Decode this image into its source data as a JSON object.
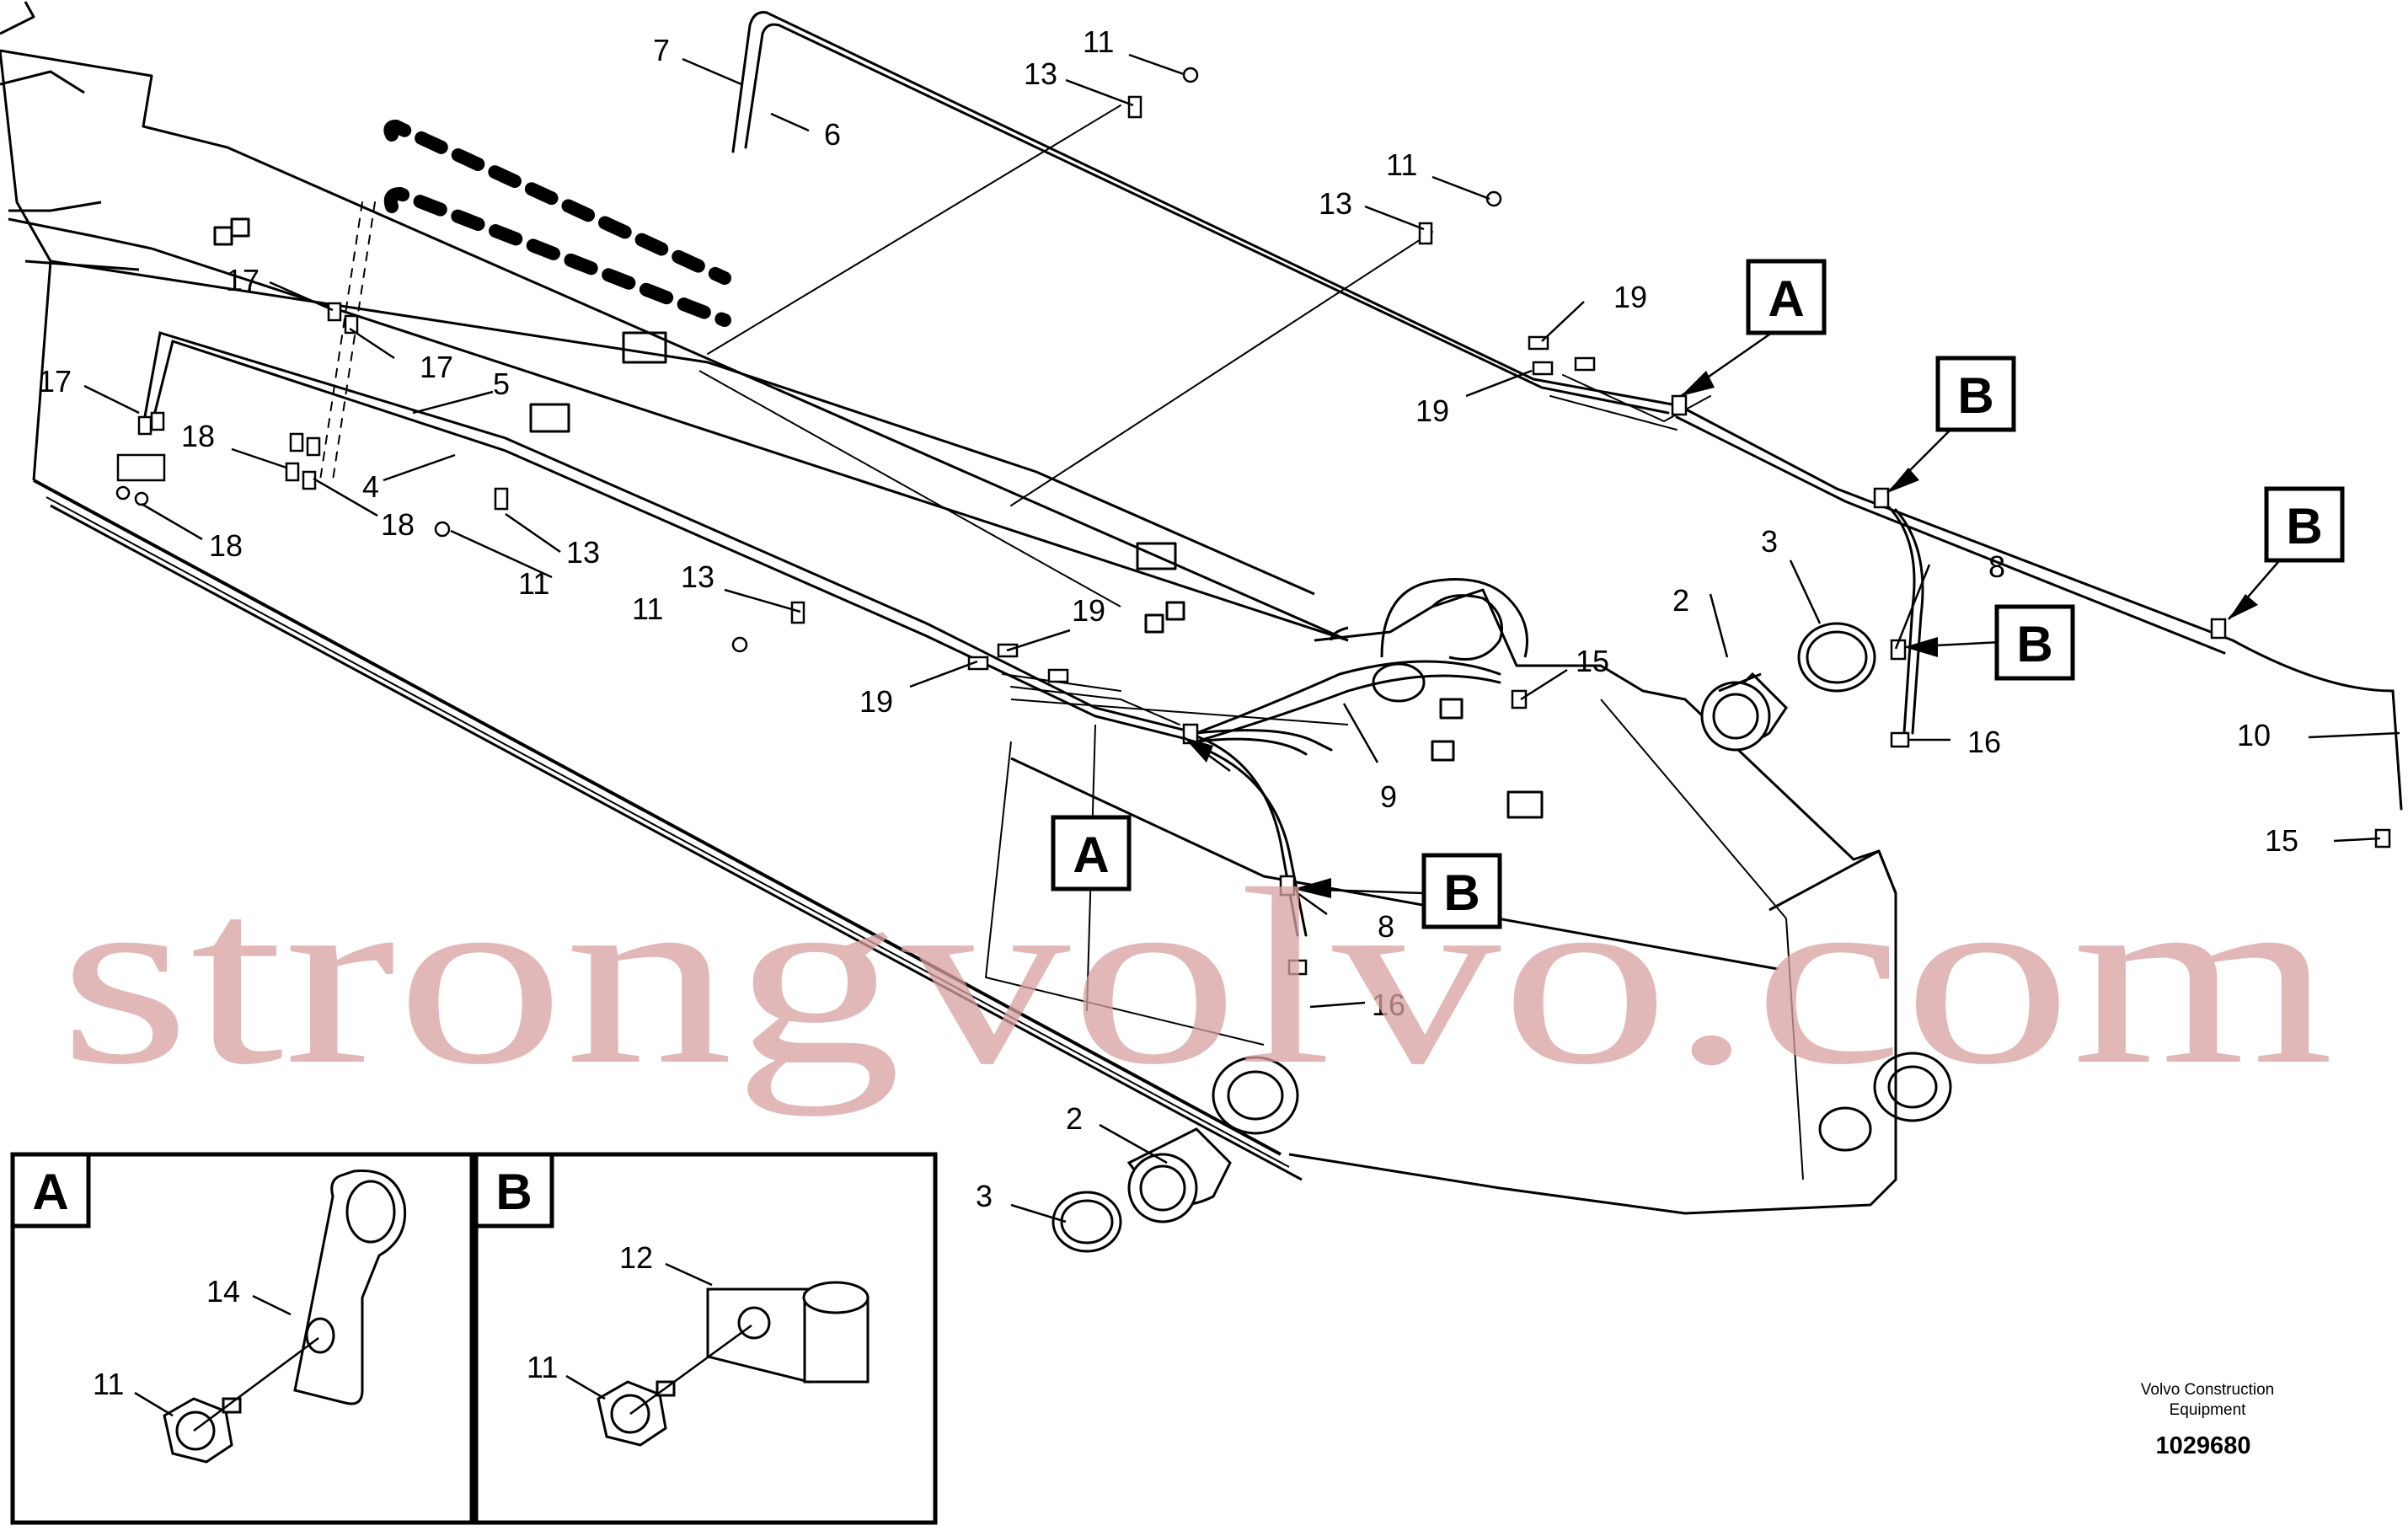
{
  "callouts": {
    "c7": "7",
    "c6": "6",
    "c11a": "11",
    "c13a": "13",
    "c11b": "11",
    "c13b": "13",
    "c19a": "19",
    "c19b": "19",
    "c17a": "17",
    "c17b": "17",
    "c17c": "17",
    "c5": "5",
    "c18a": "18",
    "c4": "4",
    "c18b": "18",
    "c18c": "18",
    "c13c": "13",
    "c11c": "11",
    "c13d": "13",
    "c11d": "11",
    "c19c": "19",
    "c19d": "19",
    "c15a": "15",
    "c9": "9",
    "c8a": "8",
    "c16a": "16",
    "c2a": "2",
    "c3a": "3",
    "c8b": "8",
    "c16b": "16",
    "c10": "10",
    "c15b": "15",
    "c2b": "2",
    "c3b": "3",
    "dA_14": "14",
    "dA_11": "11",
    "dB_12": "12",
    "dB_11": "11"
  },
  "view_labels": {
    "a_top": "A",
    "b_top1": "B",
    "b_top2": "B",
    "b_mid": "B",
    "a_mid": "A",
    "b_mid2": "B"
  },
  "details": {
    "a_label": "A",
    "b_label": "B"
  },
  "watermark": "strongvolvo.com",
  "footer": {
    "line1": "Volvo Construction",
    "line2": "Equipment",
    "number": "1029680"
  }
}
